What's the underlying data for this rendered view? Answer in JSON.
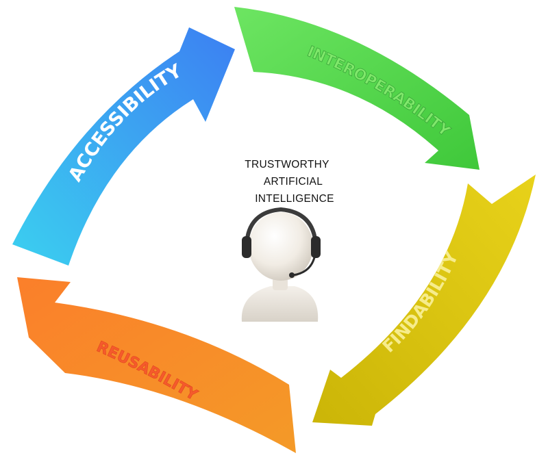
{
  "center": {
    "title_lines": [
      "TRUSTWORTHY",
      "ARTIFICIAL",
      "INTELLIGENCE"
    ],
    "icon": "headset-user-icon"
  },
  "cycle": [
    {
      "label": "ACCESSIBILITY",
      "color_start": "#3bd0f0",
      "color_end": "#3c7ff2",
      "text_color": "#ffffff"
    },
    {
      "label": "INTEROPERABILITY",
      "color_start": "#6de562",
      "color_end": "#3fc83a",
      "text_color": "#7fe86a"
    },
    {
      "label": "FINDABILITY",
      "color_start": "#e8d21a",
      "color_end": "#cbb507",
      "text_color": "#f6ec8c"
    },
    {
      "label": "REUSABILITY",
      "color_start": "#fb7f2a",
      "color_end": "#f49a28",
      "text_color": "#f55a2c"
    }
  ]
}
